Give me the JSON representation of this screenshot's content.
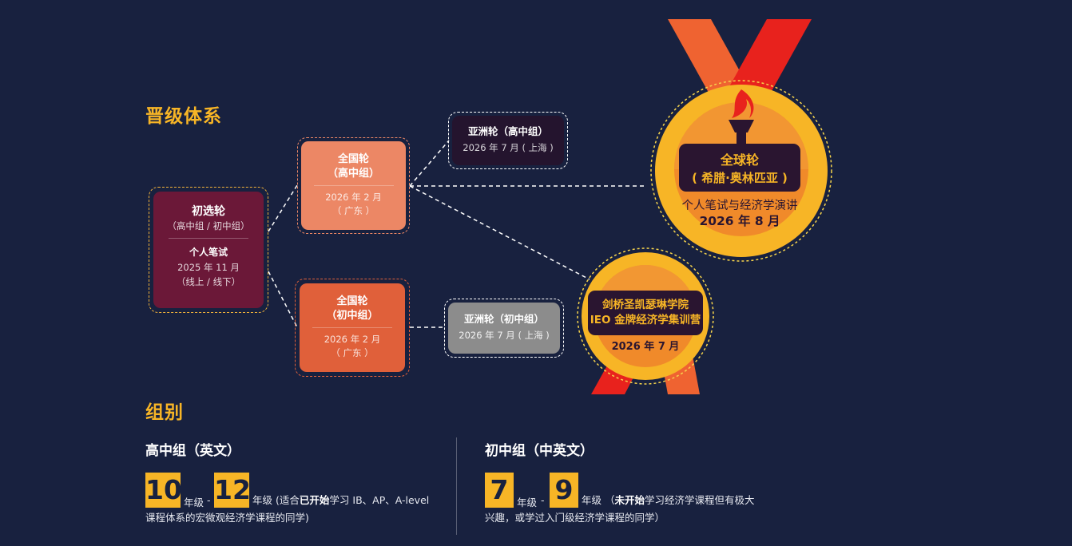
{
  "sections": {
    "progression_title": "晋级体系",
    "groups_title": "组别"
  },
  "preliminary": {
    "title": "初选轮",
    "groups": "（高中组 / 初中组）",
    "format": "个人笔试",
    "date": "2025 年 11 月",
    "mode": "（线上 / 线下）"
  },
  "national_high": {
    "title": "全国轮",
    "group": "（高中组）",
    "date": "2026 年 2 月",
    "location": "（ 广东 ）"
  },
  "national_middle": {
    "title": "全国轮",
    "group": "（初中组）",
    "date": "2026 年 2 月",
    "location": "（ 广东 ）"
  },
  "asia_high": {
    "title": "亚洲轮（高中组）",
    "date": "2026 年 7 月 ( 上海 )"
  },
  "asia_middle": {
    "title": "亚洲轮（初中组）",
    "date": "2026 年 7 月 ( 上海 )"
  },
  "global_medal": {
    "title": "全球轮",
    "subtitle": "( 希腊·奥林匹亚 )",
    "format": "个人笔试与经济学演讲",
    "date": "2026 年 8 月"
  },
  "camp_medal": {
    "line1": "剑桥圣凯瑟琳学院",
    "line2": "IEO 金牌经济学集训营",
    "date": "2026 年 7 月"
  },
  "high_group": {
    "title": "高中组（英文）",
    "grade_from": "10",
    "grade_to": "12",
    "grade_unit": "年级",
    "dash": "-",
    "desc_before": "(适合",
    "desc_bold": "已开始",
    "desc_after": "学习 IB、AP、A-level",
    "desc_line2": "课程体系的宏微观经济学课程的同学)"
  },
  "middle_group": {
    "title": "初中组（中英文）",
    "grade_from": "7",
    "grade_to": "9",
    "grade_unit": "年级",
    "dash": "-",
    "desc_before": "（",
    "desc_bold": "未开始",
    "desc_after": "学习经济学课程但有极大",
    "desc_line2": "兴趣，或学过入门级经济学课程的同学）"
  },
  "colors": {
    "background": "#18213f",
    "accent_yellow": "#f7b526",
    "maroon": "#6b1838",
    "salmon": "#ec8765",
    "orange_red": "#e0603a",
    "dark_box": "#24142e",
    "gray_box": "#8c8c8c",
    "ribbon_red": "#e8221d",
    "ribbon_orange": "#ef6331"
  }
}
